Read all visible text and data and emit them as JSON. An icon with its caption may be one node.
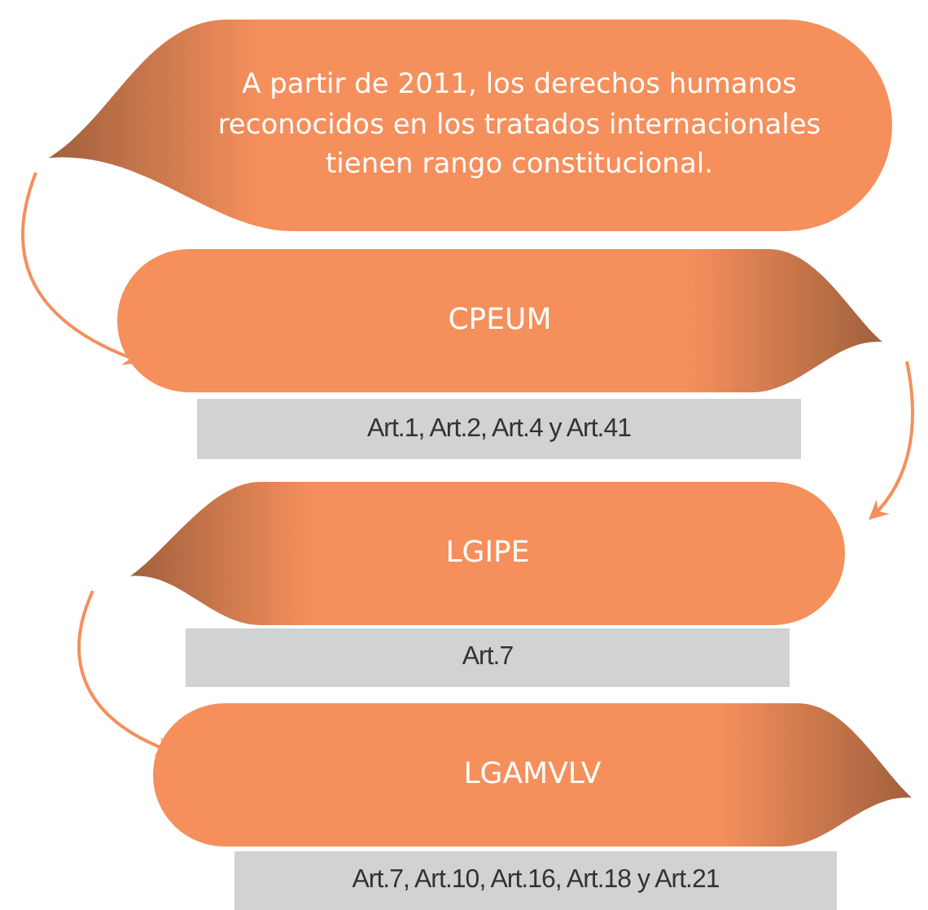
{
  "diagram": {
    "nodes": [
      {
        "text": [
          "A partir de 2011, los derechos humanos reconocidos en los tratados internacionales tienen rango constitucional."
        ]
      },
      {
        "text": [
          "CPEUM"
        ]
      },
      {
        "text": [
          "Art.1, Art.2, Art.4 y Art.41"
        ]
      },
      {
        "text": [
          "LGIPE"
        ]
      },
      {
        "text": [
          "Art.7"
        ]
      },
      {
        "text": [
          "LGAMVLV"
        ]
      },
      {
        "text": [
          "Art.7, Art.10, Art.16, Art.18 y Art.21"
        ]
      }
    ],
    "edges": [
      {
        "from": 0,
        "to": 1,
        "arrow": "to"
      },
      {
        "from": 1,
        "to": 3,
        "arrow": "to"
      },
      {
        "from": 3,
        "to": 5,
        "arrow": "to"
      }
    ]
  }
}
